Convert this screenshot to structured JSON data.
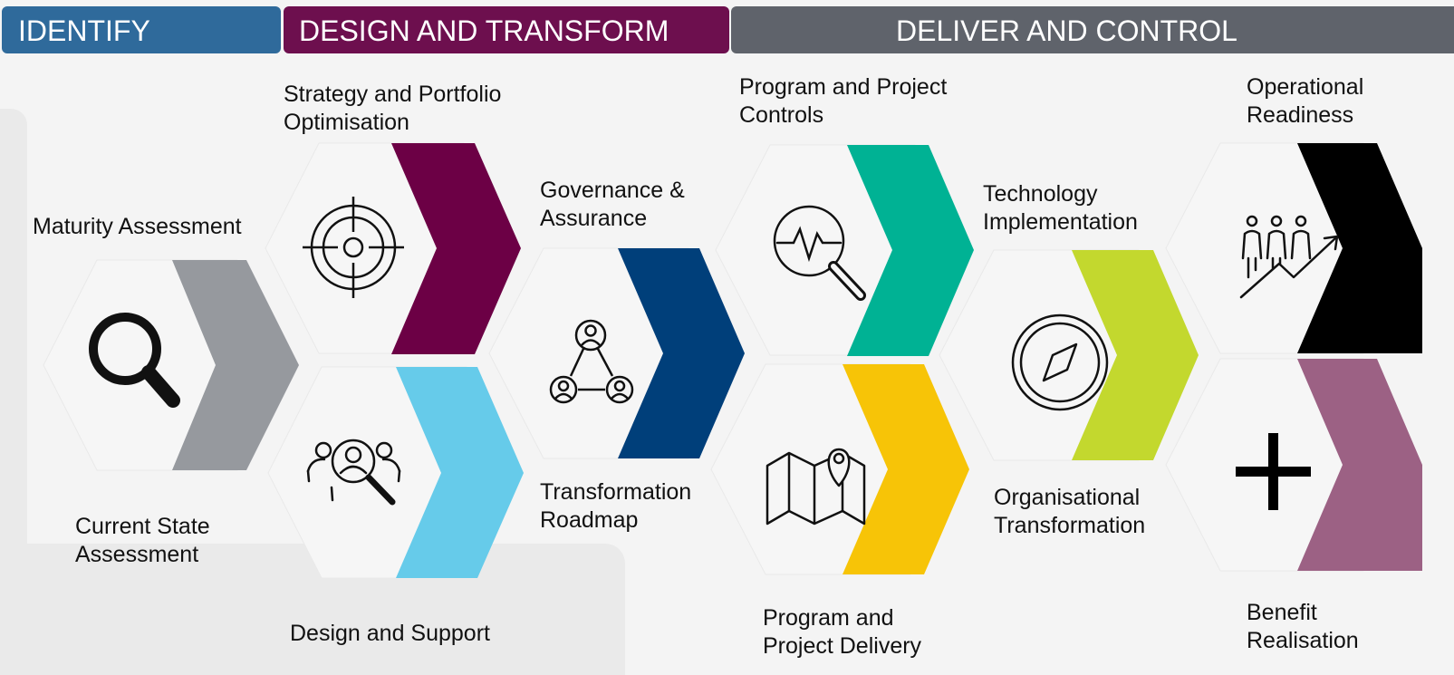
{
  "headers": {
    "identify": "IDENTIFY",
    "design": "DESIGN AND TRANSFORM",
    "deliver": "DELIVER AND CONTROL"
  },
  "colors": {
    "identify_header": "#2f6a9b",
    "design_header": "#6d0f4e",
    "deliver_header": "#5f636b",
    "grey_chevron": "#96999e",
    "maroon_chevron": "#6c0045",
    "light_blue_chevron": "#66cbea",
    "navy_chevron": "#003f7a",
    "teal_chevron": "#00b294",
    "yellow_chevron": "#f7c407",
    "lime_chevron": "#c3d82e",
    "black_chevron": "#000000",
    "purple_chevron": "#9c6184"
  },
  "steps": {
    "maturity_assessment": "Maturity Assessment",
    "current_state_l1": "Current State",
    "current_state_l2": "Assessment",
    "strategy_l1": "Strategy and Portfolio",
    "strategy_l2": "Optimisation",
    "design_support": "Design and Support",
    "governance_l1": "Governance &",
    "governance_l2": "Assurance",
    "roadmap_l1": "Transformation",
    "roadmap_l2": "Roadmap",
    "controls_l1": "Program and Project",
    "controls_l2": "Controls",
    "delivery_l1": "Program and",
    "delivery_l2": "Project Delivery",
    "technology_l1": "Technology",
    "technology_l2": "Implementation",
    "org_l1": "Organisational",
    "org_l2": "Transformation",
    "operational_l1": "Operational",
    "operational_l2": "Readiness",
    "benefit_l1": "Benefit",
    "benefit_l2": "Realisation"
  },
  "icons": {
    "maturity": "magnifier-icon",
    "strategy": "target-icon",
    "design": "people-search-icon",
    "governance": "network-people-icon",
    "controls": "pulse-search-icon",
    "delivery": "map-pin-icon",
    "technology": "compass-icon",
    "operational": "people-growth-icon",
    "benefit": "plus-icon"
  }
}
